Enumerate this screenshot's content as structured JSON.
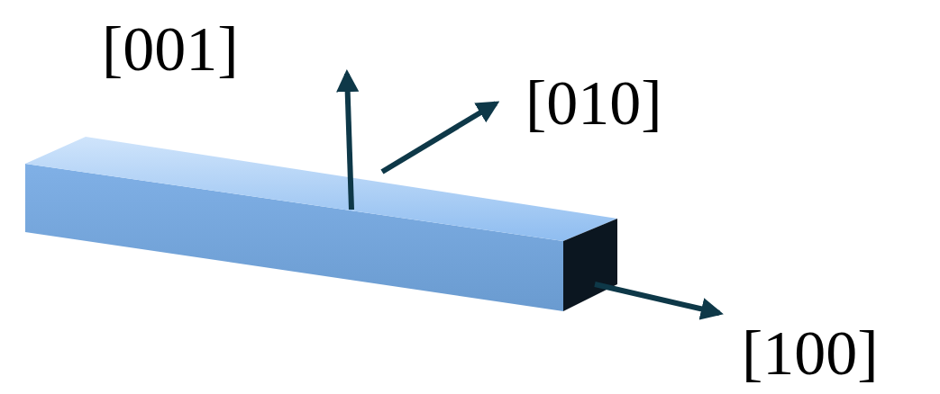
{
  "diagram": {
    "labels": [
      "[001]",
      "[010]",
      "[100]"
    ]
  }
}
